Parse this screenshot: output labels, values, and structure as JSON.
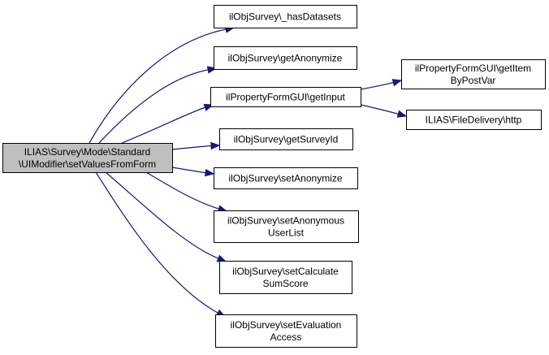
{
  "graph": {
    "colors": {
      "edge": "#191970",
      "node_border": "#000000",
      "root_fill": "#bfbfbf",
      "node_fill": "#ffffff"
    },
    "nodes": [
      {
        "id": "root",
        "lines": [
          "ILIAS\\Survey\\Mode\\Standard",
          "\\UIModifier\\setValuesFromForm"
        ]
      },
      {
        "id": "hasDatasets",
        "lines": [
          "ilObjSurvey\\_hasDatasets"
        ]
      },
      {
        "id": "getAnonymize",
        "lines": [
          "ilObjSurvey\\getAnonymize"
        ]
      },
      {
        "id": "getInput",
        "lines": [
          "ilPropertyFormGUI\\getInput"
        ]
      },
      {
        "id": "getItemByPostVar",
        "lines": [
          "ilPropertyFormGUI\\getItem",
          "ByPostVar"
        ]
      },
      {
        "id": "http",
        "lines": [
          "ILIAS\\FileDelivery\\http"
        ]
      },
      {
        "id": "getSurveyId",
        "lines": [
          "ilObjSurvey\\getSurveyId"
        ]
      },
      {
        "id": "setAnonymize",
        "lines": [
          "ilObjSurvey\\setAnonymize"
        ]
      },
      {
        "id": "setAnonymousUserList",
        "lines": [
          "ilObjSurvey\\setAnonymous",
          "UserList"
        ]
      },
      {
        "id": "setCalculateSumScore",
        "lines": [
          "ilObjSurvey\\setCalculate",
          "SumScore"
        ]
      },
      {
        "id": "setEvaluationAccess",
        "lines": [
          "ilObjSurvey\\setEvaluation",
          "Access"
        ]
      }
    ],
    "edges": [
      {
        "from": "root",
        "to": "hasDatasets"
      },
      {
        "from": "root",
        "to": "getAnonymize"
      },
      {
        "from": "root",
        "to": "getInput"
      },
      {
        "from": "root",
        "to": "getSurveyId"
      },
      {
        "from": "root",
        "to": "setAnonymize"
      },
      {
        "from": "root",
        "to": "setAnonymousUserList"
      },
      {
        "from": "root",
        "to": "setCalculateSumScore"
      },
      {
        "from": "root",
        "to": "setEvaluationAccess"
      },
      {
        "from": "getInput",
        "to": "getItemByPostVar"
      },
      {
        "from": "getInput",
        "to": "http"
      }
    ]
  }
}
